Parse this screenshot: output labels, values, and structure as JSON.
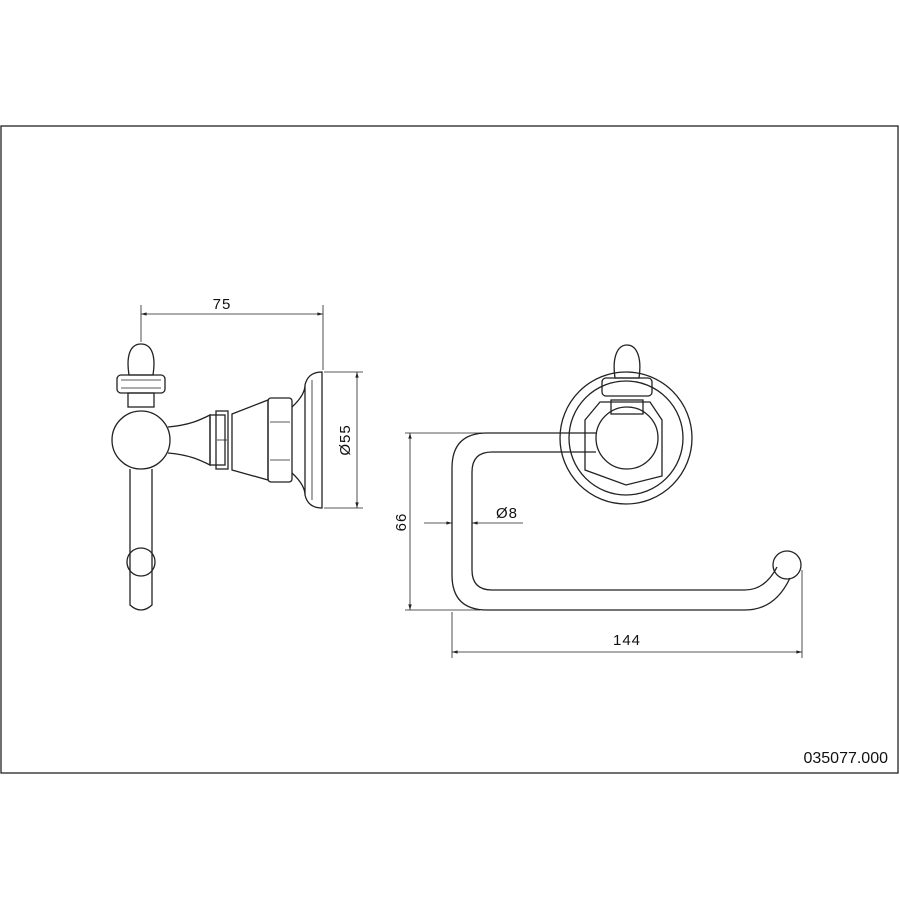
{
  "drawing": {
    "code": "035077.000",
    "dimensions": {
      "depth": "75",
      "flange_diameter": "Ø55",
      "height": "66",
      "rod_diameter": "Ø8",
      "width": "144"
    }
  }
}
